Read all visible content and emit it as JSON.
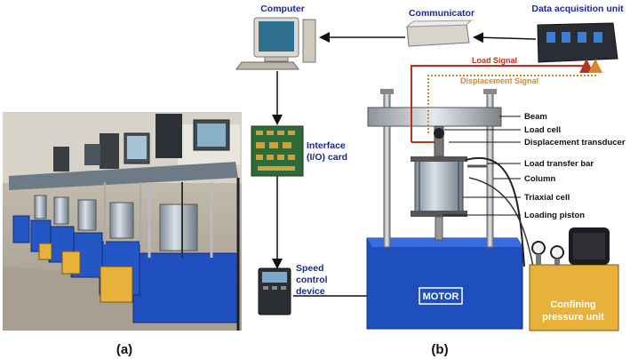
{
  "panel_a_label": "(a)",
  "panel_b_label": "(b)",
  "components": {
    "computer": "Computer",
    "communicator": "Communicator",
    "data_acquisition": "Data acquisition unit",
    "interface_line1": "Interface",
    "interface_line2": "(I/O) card",
    "speed_line1": "Speed",
    "speed_line2": "control",
    "speed_line3": "device",
    "motor": "MOTOR",
    "confining_line1": "Confining",
    "confining_line2": "pressure unit"
  },
  "signals": {
    "load": "Load Signal",
    "displacement": "Displacement Signal"
  },
  "parts": {
    "beam": "Beam",
    "load_cell": "Load cell",
    "displacement_transducer": "Displacement transducer",
    "load_transfer_bar": "Load transfer bar",
    "column": "Column",
    "triaxial_cell": "Triaxial cell",
    "loading_piston": "Loading piston"
  },
  "colors": {
    "label_blue": "#1a2a8c",
    "load_signal": "#b5341e",
    "displacement_signal": "#d9862a",
    "frame_blue": "#1f4fbf",
    "pressure_yellow": "#e8b23a"
  }
}
